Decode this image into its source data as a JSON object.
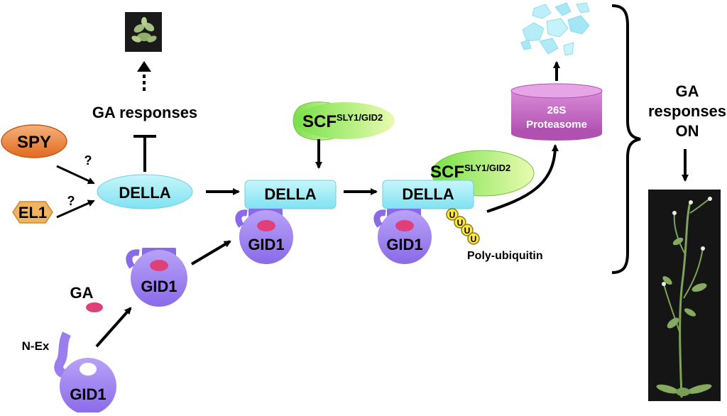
{
  "labels": {
    "ga_responses_top": "GA responses",
    "spy": "SPY",
    "el1": "EL1",
    "question": "?",
    "della": "DELLA",
    "gid1": "GID1",
    "ga": "GA",
    "n_ex": "N-Ex",
    "scf_main": "SCF",
    "scf_super": "SLY1/GID2",
    "poly_ubiquitin": "Poly-ubiquitin",
    "ubiquitin_unit": "U",
    "proteasome_line1": "26S",
    "proteasome_line2": "Proteasome",
    "ga_responses_on_line1": "GA",
    "ga_responses_on_line2": "responses",
    "ga_responses_on_line3": "ON"
  },
  "colors": {
    "della_fill": "#8eeaf6",
    "gid1_fill": "#9d7ff0",
    "gid1_stroke": "#6a4fd0",
    "ga_molecule": "#e0407a",
    "scf_fill": "#b6f05a",
    "spy_fill": "#e8823c",
    "el1_fill": "#f2b35e",
    "proteasome_fill": "#c267c2",
    "ubiquitin_fill": "#ffe640",
    "photo_bg": "#151515",
    "plant_green": "#7fa35a"
  },
  "icons": {
    "rosette_photo": "rosette-plant-photo",
    "tall_plant_photo": "bolting-plant-photo",
    "fragments": "degraded-peptide-fragments"
  }
}
